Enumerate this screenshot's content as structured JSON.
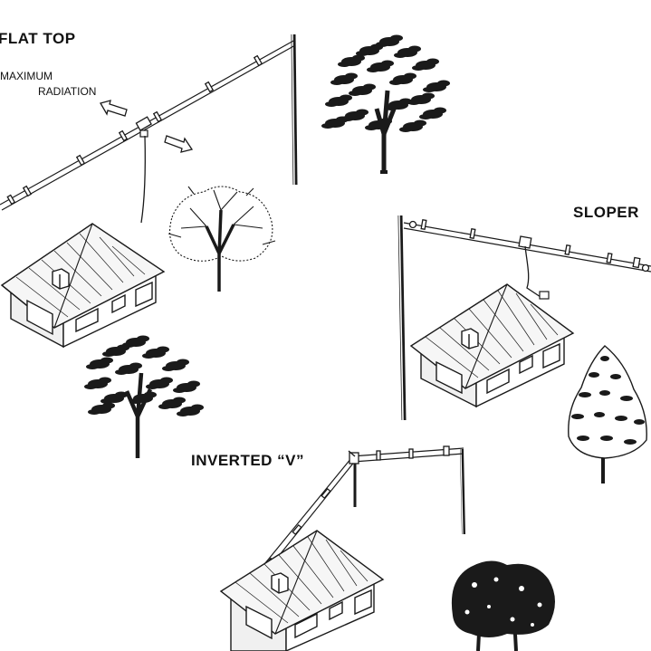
{
  "labels": {
    "flat_top": "FLAT TOP",
    "maximum": "MAXIMUM",
    "radiation": "RADIATION",
    "sloper": "SLOPER",
    "inverted_v": "INVERTED “V”"
  },
  "colors": {
    "ink": "#1a1a1a",
    "paper": "#ffffff",
    "wall_shade": "#e8e8e8"
  }
}
